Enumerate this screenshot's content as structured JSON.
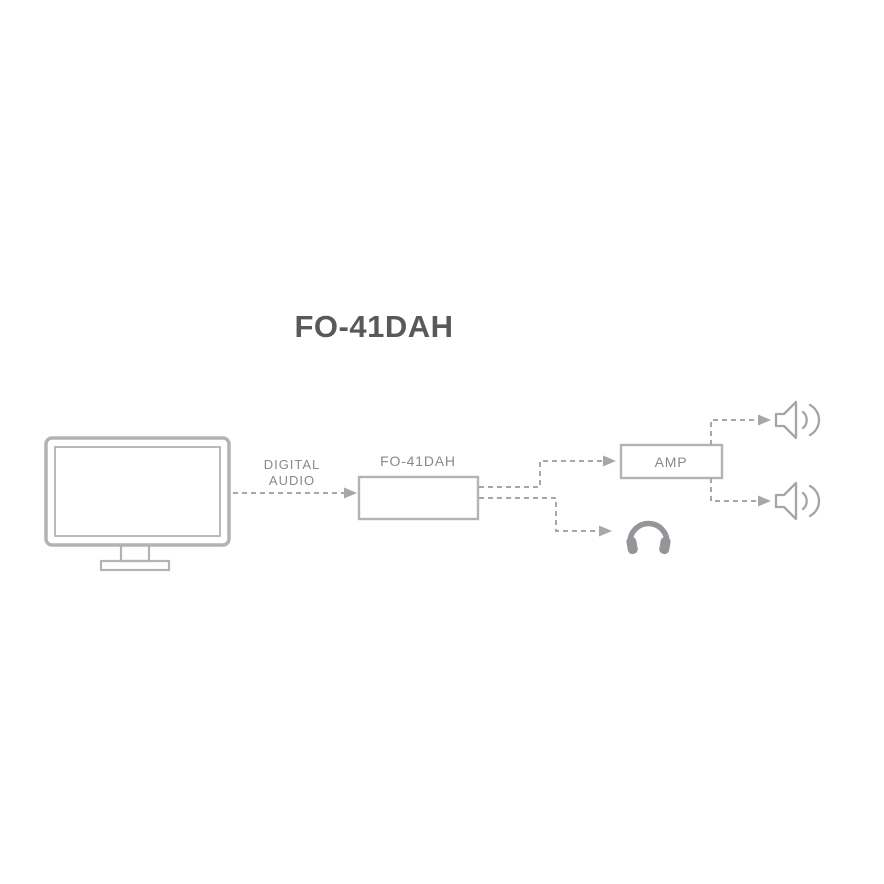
{
  "diagram": {
    "title": "FO-41DAH",
    "nodes": {
      "source_label_line1": "DIGITAL",
      "source_label_line2": "AUDIO",
      "device_label": "FO-41DAH",
      "amp_label": "AMP"
    },
    "icons": {
      "source": "monitor-icon",
      "headphone_output": "headphones-icon",
      "speaker_output_top": "speaker-icon",
      "speaker_output_bottom": "speaker-icon"
    },
    "colors": {
      "title": "#58595b",
      "label_text": "#87898c",
      "box_stroke": "#b1b3b6",
      "dash_line": "#a5a7aa",
      "icon_fill": "#939598",
      "background": "#ffffff"
    }
  }
}
